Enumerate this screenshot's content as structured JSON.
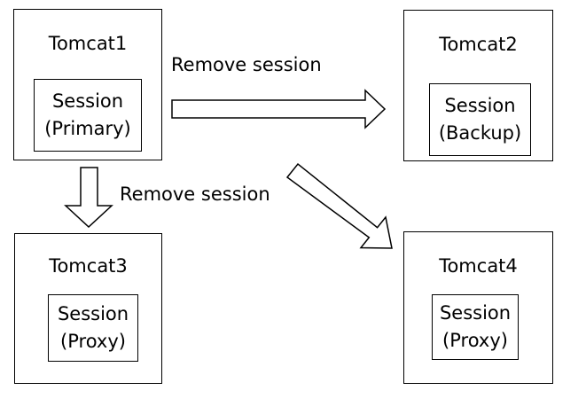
{
  "nodes": {
    "tomcat1": {
      "title": "Tomcat1",
      "session_line1": "Session",
      "session_line2": "(Primary)"
    },
    "tomcat2": {
      "title": "Tomcat2",
      "session_line1": "Session",
      "session_line2": "(Backup)"
    },
    "tomcat3": {
      "title": "Tomcat3",
      "session_line1": "Session",
      "session_line2": "(Proxy)"
    },
    "tomcat4": {
      "title": "Tomcat4",
      "session_line1": "Session",
      "session_line2": "(Proxy)"
    }
  },
  "edges": {
    "to_tomcat2": {
      "label": "Remove session"
    },
    "to_tomcat3": {
      "label": "Remove session"
    },
    "to_tomcat4": {
      "label": ""
    }
  }
}
